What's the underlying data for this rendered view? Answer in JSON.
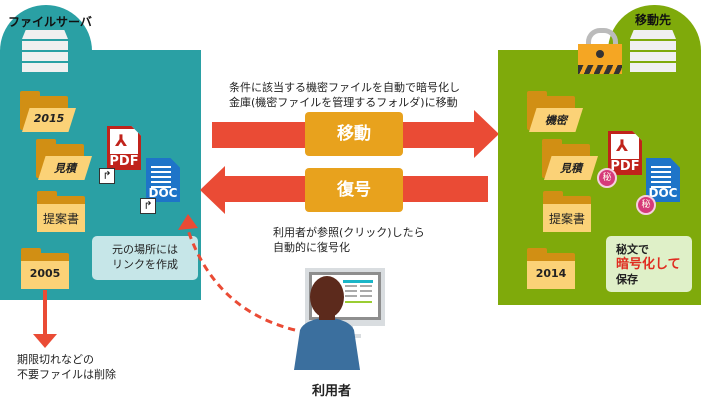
{
  "left_panel": {
    "title": "ファイルサーバ",
    "color": "#2aa0a4",
    "folders": [
      {
        "label": "2015",
        "style": "open"
      },
      {
        "label": "見積",
        "style": "open"
      },
      {
        "label": "提案書",
        "style": "flat"
      },
      {
        "label": "2005",
        "style": "flat"
      }
    ],
    "files": [
      {
        "type": "PDF",
        "badge": "shortcut-icon"
      },
      {
        "type": "DOC",
        "badge": "shortcut-icon"
      }
    ],
    "note": [
      "元の場所には",
      "リンクを作成"
    ]
  },
  "right_panel": {
    "title": "移動先",
    "color": "#7faa0b",
    "folders": [
      {
        "label": "機密",
        "style": "open"
      },
      {
        "label": "見積",
        "style": "open"
      },
      {
        "label": "提案書",
        "style": "flat"
      },
      {
        "label": "2014",
        "style": "flat"
      }
    ],
    "files": [
      {
        "type": "PDF",
        "badge": "secret-seal-icon"
      },
      {
        "type": "DOC",
        "badge": "secret-seal-icon"
      }
    ],
    "note": {
      "line1": "秘文で",
      "line2": "暗号化して",
      "line3": "保存"
    }
  },
  "actions": {
    "move": {
      "label": "移動",
      "caption": [
        "条件に該当する機密ファイルを自動で暗号化し",
        "金庫(機密ファイルを管理するフォルダ)に移動"
      ]
    },
    "decrypt": {
      "label": "復号",
      "caption": [
        "利用者が参照(クリック)したら",
        "自動的に復号化"
      ]
    }
  },
  "delete_caption": [
    "期限切れなどの",
    "不要ファイルは削除"
  ],
  "user_label": "利用者",
  "colors": {
    "arrow": "#ea4b35",
    "action_box": "#e8a21d",
    "folder_front": "#fbd277",
    "folder_back": "#d18f14",
    "highlight_text": "#e02b20"
  }
}
